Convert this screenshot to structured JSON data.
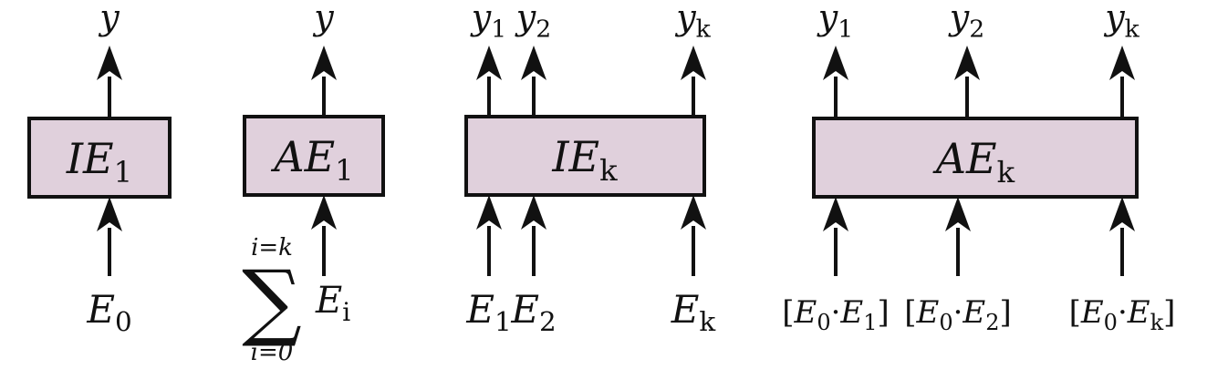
{
  "colors": {
    "box_fill": "#e0d0dc",
    "stroke": "#111111"
  },
  "blocks": [
    {
      "id": "ie1",
      "label": {
        "main": "IE",
        "sub": "1"
      },
      "outputs": [
        {
          "main": "y",
          "sub": ""
        }
      ],
      "inputs": [
        {
          "main": "E",
          "sub": "0"
        }
      ]
    },
    {
      "id": "ae1",
      "label": {
        "main": "AE",
        "sub": "1"
      },
      "outputs": [
        {
          "main": "y",
          "sub": ""
        }
      ],
      "inputs": [
        {
          "sum_top": "i=k",
          "sum_symbol": "∑",
          "sum_bottom": "i=0",
          "main": "E",
          "sub": "i"
        }
      ]
    },
    {
      "id": "iek",
      "label": {
        "main": "IE",
        "sub": "k"
      },
      "outputs": [
        {
          "main": "y",
          "sub": "1"
        },
        {
          "main": "y",
          "sub": "2"
        },
        {
          "main": "y",
          "sub": "k"
        }
      ],
      "inputs": [
        {
          "main": "E",
          "sub": "1"
        },
        {
          "main": "E",
          "sub": "2"
        },
        {
          "main": "E",
          "sub": "k"
        }
      ]
    },
    {
      "id": "aek",
      "label": {
        "main": "AE",
        "sub": "k"
      },
      "outputs": [
        {
          "main": "y",
          "sub": "1"
        },
        {
          "main": "y",
          "sub": "2"
        },
        {
          "main": "y",
          "sub": "k"
        }
      ],
      "inputs": [
        {
          "open": "[",
          "a_main": "E",
          "a_sub": "0",
          "dot": "·",
          "b_main": "E",
          "b_sub": "1",
          "close": "]"
        },
        {
          "open": "[",
          "a_main": "E",
          "a_sub": "0",
          "dot": "·",
          "b_main": "E",
          "b_sub": "2",
          "close": "]"
        },
        {
          "open": "[",
          "a_main": "E",
          "a_sub": "0",
          "dot": "·",
          "b_main": "E",
          "b_sub": "k",
          "close": "]"
        }
      ]
    }
  ]
}
